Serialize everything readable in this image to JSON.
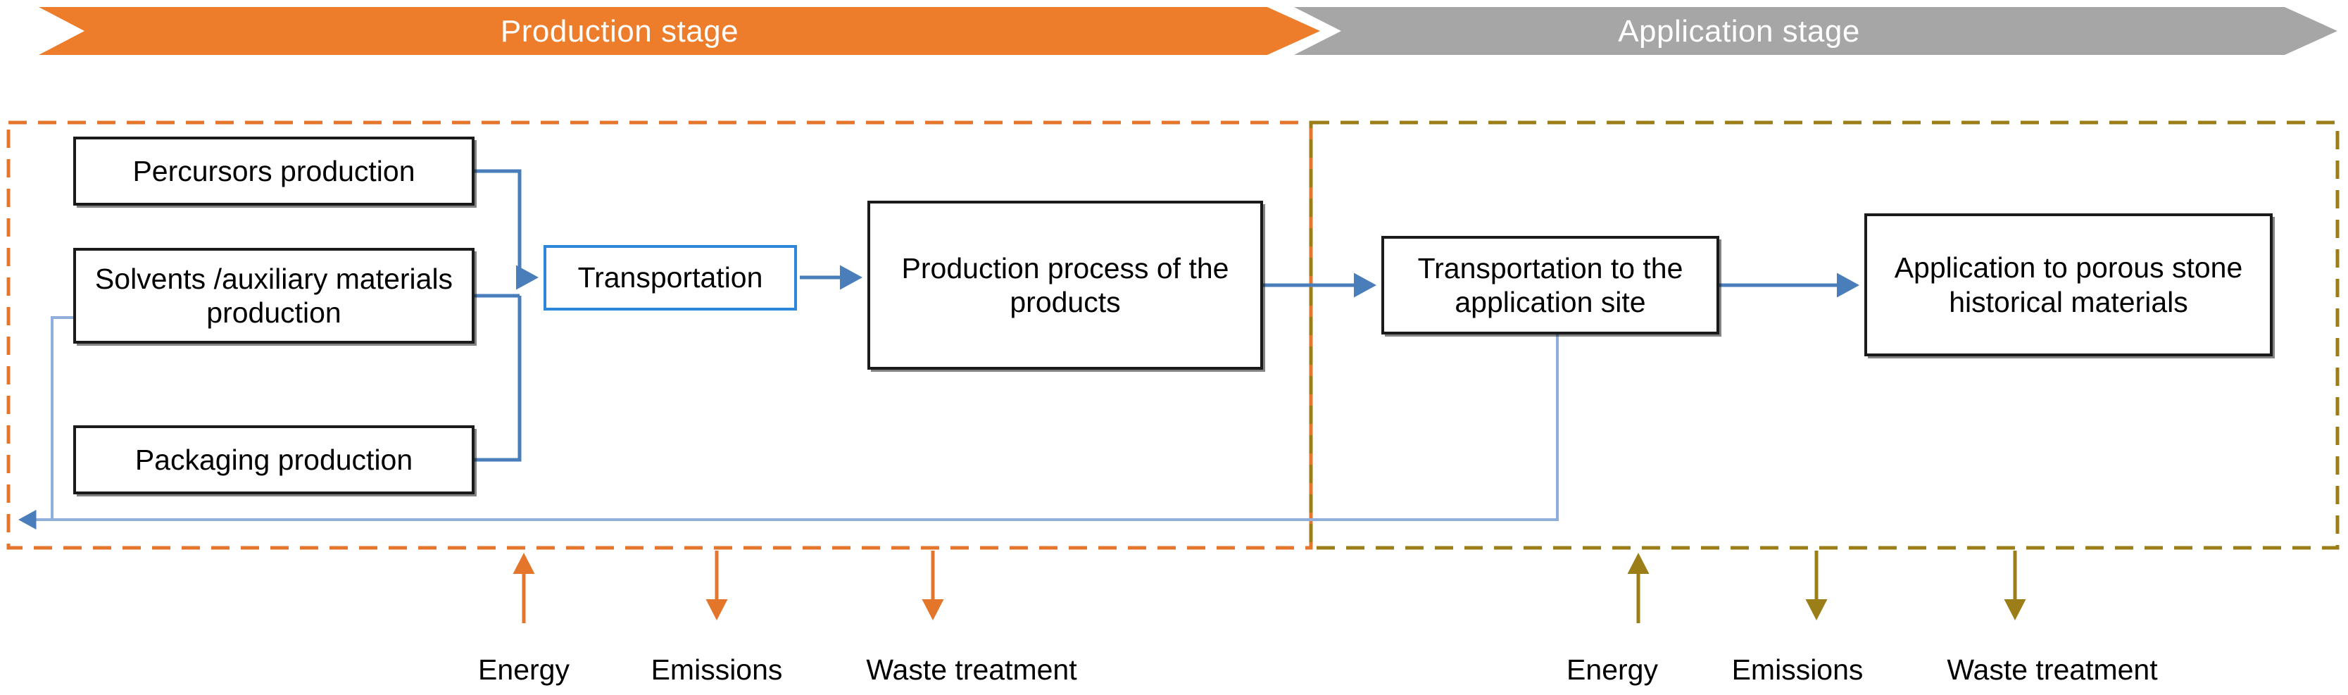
{
  "diagram": {
    "title_banner": {
      "production": {
        "label": "Production stage",
        "color": "#EE7D2B"
      },
      "application": {
        "label": "Application stage",
        "color": "#A6A6A6"
      }
    },
    "boundaries": {
      "production": {
        "name": "production-stage-boundary",
        "color": "#E4762C",
        "style": "dashed"
      },
      "application": {
        "name": "application-stage-boundary",
        "color": "#9C7E19",
        "style": "dashed"
      }
    },
    "nodes": [
      {
        "id": "precursors",
        "label": "Percursors production",
        "border": "black"
      },
      {
        "id": "solvents",
        "label": "Solvents /auxiliary materials production",
        "border": "black"
      },
      {
        "id": "packaging",
        "label": "Packaging production",
        "border": "black"
      },
      {
        "id": "transport1",
        "label": "Transportation",
        "border": "blue"
      },
      {
        "id": "prodproc",
        "label": "Production process of the products",
        "border": "black"
      },
      {
        "id": "transport2",
        "label": "Transportation  to the application site",
        "border": "black"
      },
      {
        "id": "apply",
        "label": "Application to porous stone historical materials",
        "border": "black"
      }
    ],
    "connector_color": "#4A7EBB",
    "feedback_color": "#8FAEDC",
    "flows": {
      "production": {
        "color": "#E4762C",
        "items": [
          {
            "label": "Energy",
            "direction": "in"
          },
          {
            "label": "Emissions",
            "direction": "out"
          },
          {
            "label": "Waste treatment",
            "direction": "out"
          }
        ]
      },
      "application": {
        "color": "#9C7E19",
        "items": [
          {
            "label": "Energy",
            "direction": "in"
          },
          {
            "label": "Emissions",
            "direction": "out"
          },
          {
            "label": "Waste treatment",
            "direction": "out"
          }
        ]
      }
    }
  }
}
